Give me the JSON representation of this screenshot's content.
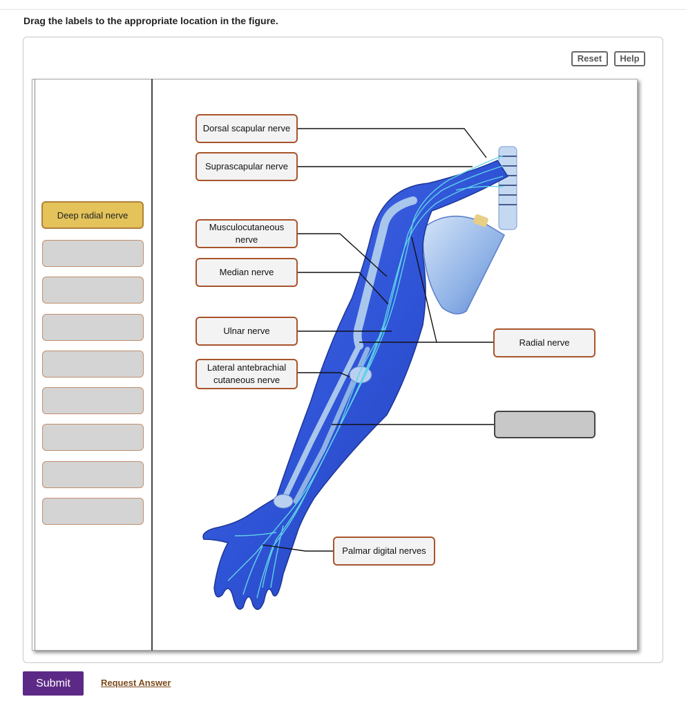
{
  "instruction": "Drag the labels to the appropriate location in the figure.",
  "toolbar": {
    "reset_label": "Reset",
    "help_label": "Help"
  },
  "label_bank": {
    "available_label": "Deep radial nerve",
    "empty_slot_count": 8
  },
  "placed_labels": {
    "dorsal_scapular": "Dorsal scapular nerve",
    "suprascapular": "Suprascapular nerve",
    "musculocutaneous": "Musculocutaneous nerve",
    "median": "Median nerve",
    "ulnar": "Ulnar nerve",
    "lateral_antebrachial": "Lateral antebrachial cutaneous nerve",
    "radial": "Radial nerve",
    "palmar_digital": "Palmar digital nerves"
  },
  "footer": {
    "submit_label": "Submit",
    "request_answer_label": "Request Answer"
  },
  "colors": {
    "accent_submit": "#5c2a86",
    "label_chip": "#e3c35a",
    "label_border": "#a8532b",
    "arm_blue": "#2f53d6",
    "bone_light": "#a9c6ec"
  },
  "icons": {
    "figure": "arm-nerve-illustration"
  }
}
